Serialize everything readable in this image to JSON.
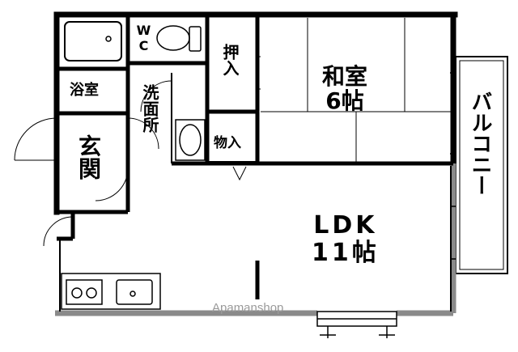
{
  "rooms": {
    "washitsu": {
      "name": "和室",
      "size": "6帖"
    },
    "ldk": {
      "name": "LDK",
      "size": "11帖"
    },
    "balcony": {
      "name": "バルコニー"
    },
    "genkan": {
      "name": "玄関"
    },
    "yokushitsu": {
      "name": "浴室"
    },
    "senmenjo": {
      "name": "洗面所"
    },
    "wc": {
      "name": "WC"
    },
    "oshiire": {
      "name": "押入"
    },
    "monoire": {
      "name": "物入"
    }
  },
  "watermark": "Apamanshop"
}
